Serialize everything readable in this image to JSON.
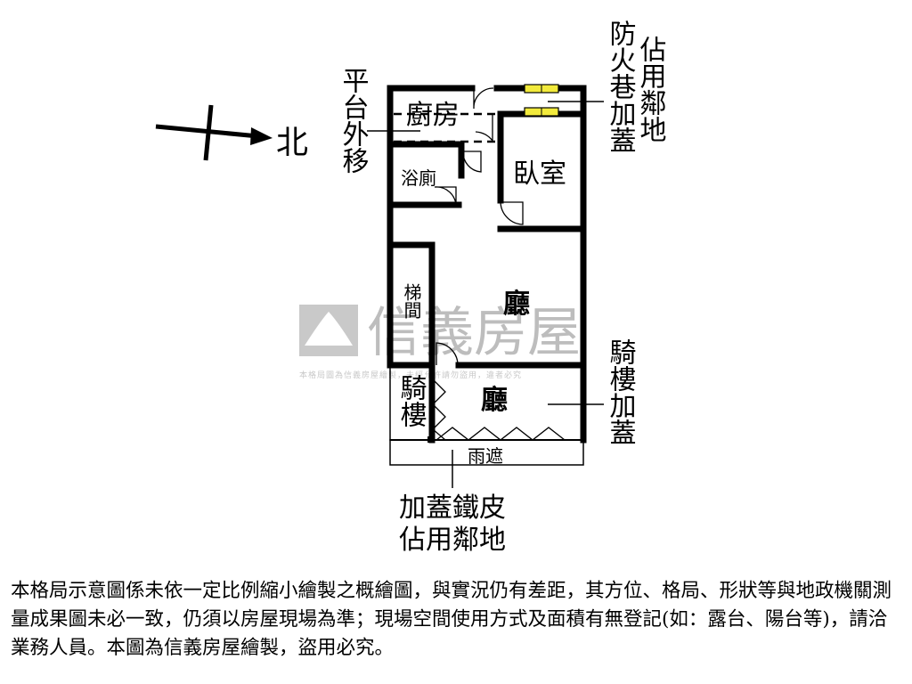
{
  "compass": {
    "north_label": "北"
  },
  "rooms": {
    "kitchen": "廚房",
    "bathroom": "浴廁",
    "bedroom": "臥室",
    "stairwell": "梯間",
    "living_upper": "廳",
    "living_lower": "廳",
    "arcade": "騎樓",
    "awning": "雨遮"
  },
  "annotations": {
    "platform_shift": "平台外移",
    "fire_lane_addition": "防火巷加蓋",
    "occupy_neighbor": "佔用鄰地",
    "arcade_addition": "騎樓加蓋",
    "iron_roof_line1": "加蓋鐵皮",
    "iron_roof_line2": "佔用鄰地"
  },
  "watermark": {
    "brand": "信義房屋",
    "sub": "本格局圖為信義房屋繪製，未經允許請勿盜用，違者必究"
  },
  "disclaimer": "本格局示意圖係未依一定比例縮小繪製之概繪圖，與實況仍有差距，其方位、格局、形狀等與地政機關測量成果圖未必一致，仍須以房屋現場為準；現場空間使用方式及面積有無登記(如：露台、陽台等)，請洽業務人員。本圖為信義房屋繪製，盜用必究。"
}
